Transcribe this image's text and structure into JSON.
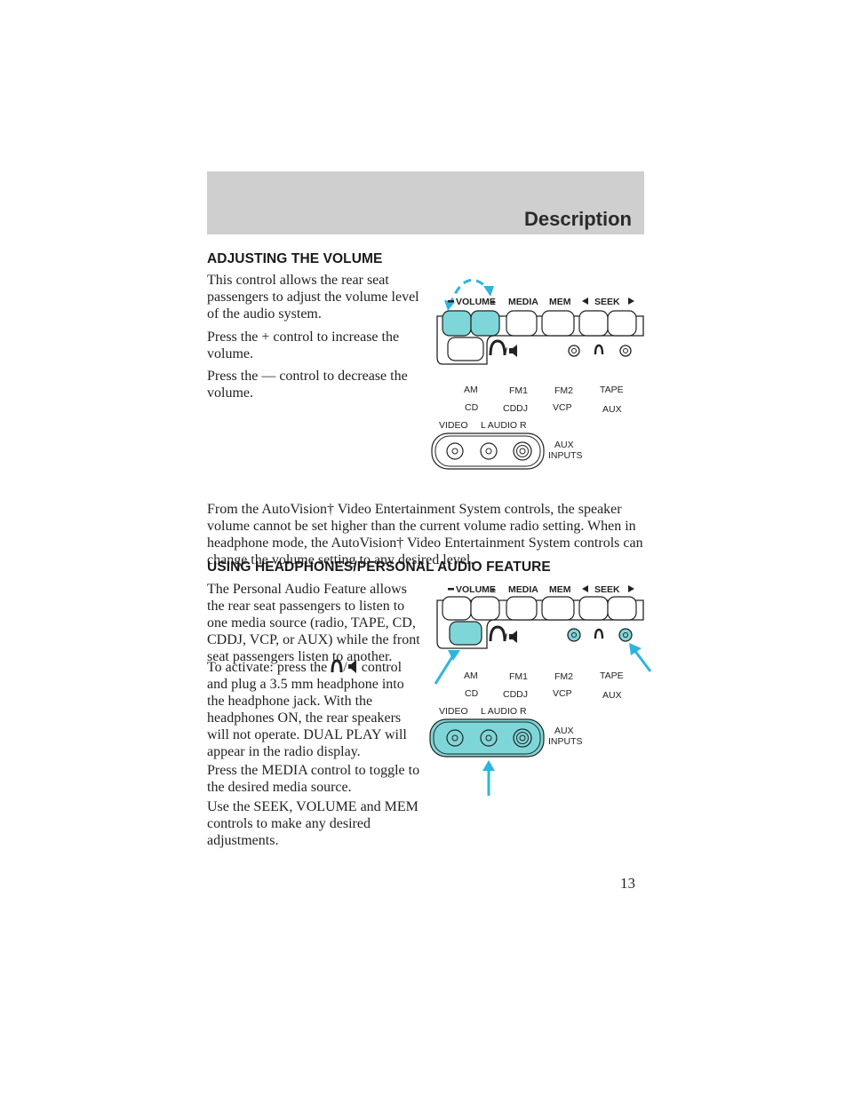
{
  "header": {
    "section_title": "Description"
  },
  "volume_section": {
    "heading": "ADJUSTING THE VOLUME",
    "paragraphs": [
      "This control allows the rear seat passengers to adjust the volume level of the audio system.",
      "Press the + control to increase the volume.",
      "Press the — control to decrease the volume."
    ],
    "full_paragraph": "From the AutoVision† Video Entertainment System controls, the speaker volume cannot be set higher than the current volume radio setting. When in headphone mode, the AutoVision† Video Entertainment System controls can change the volume setting to any desired level."
  },
  "headphones_section": {
    "heading": "USING HEADPHONES/PERSONAL AUDIO FEATURE",
    "paragraphs": [
      "The Personal Audio Feature allows the rear seat passengers to listen to one media source (radio, TAPE, CD, CDDJ, VCP, or AUX) while the front seat passengers listen to another."
    ],
    "activate_prefix": "To activate: press the",
    "activate_separator": "/",
    "activate_suffix": "control and plug a 3.5 mm headphone into the headphone jack. With the headphones ON, the rear speakers will not operate. DUAL PLAY will appear in the radio display.",
    "more_paragraphs": [
      "Press the MEDIA control to toggle to the desired media source.",
      "Use the SEEK, VOLUME and MEM controls to make any desired adjustments."
    ]
  },
  "panel_labels": {
    "volume": "VOLUME",
    "media": "MEDIA",
    "mem": "MEM",
    "seek": "SEEK",
    "am": "AM",
    "fm1": "FM1",
    "fm2": "FM2",
    "tape": "TAPE",
    "cd": "CD",
    "cddj": "CDDJ",
    "vcp": "VCP",
    "aux": "AUX",
    "video": "VIDEO",
    "audio": "L AUDIO R",
    "aux_inputs_1": "AUX",
    "aux_inputs_2": "INPUTS"
  },
  "colors": {
    "highlight": "#7fd6d8",
    "arrow": "#2fb4e0",
    "ink": "#222222",
    "header_band": "#cfcfcf"
  },
  "page": {
    "number": "13"
  }
}
